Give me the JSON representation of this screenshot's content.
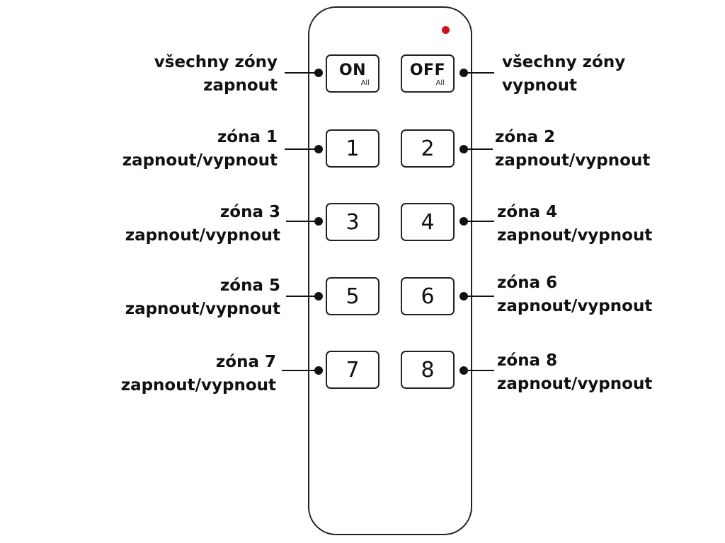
{
  "device": {
    "led_color": "#d0101c",
    "buttons": {
      "on": {
        "label": "ON",
        "sub": "All"
      },
      "off": {
        "label": "OFF",
        "sub": "All"
      },
      "n1": "1",
      "n2": "2",
      "n3": "3",
      "n4": "4",
      "n5": "5",
      "n6": "6",
      "n7": "7",
      "n8": "8"
    }
  },
  "labels": {
    "all_on": {
      "line1": "všechny zóny",
      "line2": "zapnout"
    },
    "all_off": {
      "line1": "všechny zóny",
      "line2": "vypnout"
    },
    "zone1": {
      "line1": "zóna 1",
      "line2": "zapnout/vypnout"
    },
    "zone2": {
      "line1": "zóna 2",
      "line2": "zapnout/vypnout"
    },
    "zone3": {
      "line1": "zóna 3",
      "line2": "zapnout/vypnout"
    },
    "zone4": {
      "line1": "zóna 4",
      "line2": "zapnout/vypnout"
    },
    "zone5": {
      "line1": "zóna 5",
      "line2": "zapnout/vypnout"
    },
    "zone6": {
      "line1": "zóna 6",
      "line2": "zapnout/vypnout"
    },
    "zone7": {
      "line1": "zóna 7",
      "line2": "zapnout/vypnout"
    },
    "zone8": {
      "line1": "zóna 8",
      "line2": "zapnout/vypnout"
    }
  }
}
